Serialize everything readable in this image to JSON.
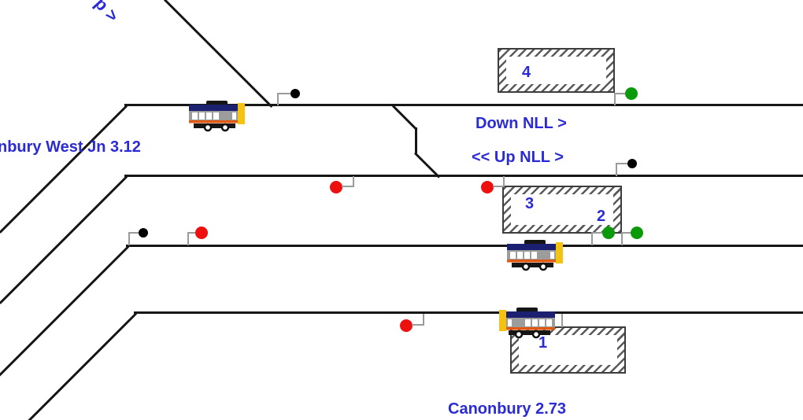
{
  "app": {
    "type": "rail-signalling-diagram",
    "location": "Canonbury area, North London Line"
  },
  "colors": {
    "background": "#ffffff",
    "track": "#161616",
    "label_blue": "#2b2bd6",
    "signal_red": "#ee0f0f",
    "signal_green": "#0a9a0a",
    "signal_black": "#000000",
    "signal_bracket_gray": "#9a9a9a",
    "platform_hatch_gray": "#5a5a5a",
    "train_body_gray": "#9c9c9c",
    "train_roof_navy": "#1c2070",
    "train_stripe_orange": "#e05a14",
    "train_cab_yellow": "#f4c211"
  },
  "labels": {
    "up_route_partial": "p >",
    "canonbury_west_jn": "nbury West Jn 3.12",
    "down_nll": "Down NLL >",
    "up_nll": "<< Up NLL >",
    "canonbury": "Canonbury 2.73"
  },
  "platforms": [
    {
      "number": "4",
      "style": "hatched-box"
    },
    {
      "number": "3",
      "style": "hatched-box"
    },
    {
      "number": "2",
      "style": "label-on-island"
    },
    {
      "number": "1",
      "style": "hatched-box"
    }
  ],
  "signals": [
    {
      "id": "sig-down-nll-west",
      "aspect": "black",
      "mount": "above-track",
      "track": "Down NLL"
    },
    {
      "id": "sig-platform-4-east",
      "aspect": "green",
      "mount": "above-track",
      "track": "Down NLL"
    },
    {
      "id": "sig-up-nll-east",
      "aspect": "black",
      "mount": "above-track",
      "track": "Up NLL"
    },
    {
      "id": "sig-up-nll-mid",
      "aspect": "red",
      "mount": "below-track",
      "track": "Up NLL"
    },
    {
      "id": "sig-up-nll-platform-3",
      "aspect": "red",
      "mount": "below-track",
      "track": "Up NLL"
    },
    {
      "id": "sig-track-3-west-a",
      "aspect": "black",
      "mount": "above-track",
      "track": "Platform 2 line"
    },
    {
      "id": "sig-track-3-west-b",
      "aspect": "red",
      "mount": "above-track",
      "track": "Platform 2 line"
    },
    {
      "id": "sig-platform-2-east-a",
      "aspect": "green",
      "mount": "above-track",
      "track": "Platform 2 line"
    },
    {
      "id": "sig-platform-2-east-b",
      "aspect": "green",
      "mount": "above-track",
      "track": "Platform 2 line"
    },
    {
      "id": "sig-platform-1",
      "aspect": "red",
      "mount": "below-track",
      "track": "Platform 1 line"
    }
  ],
  "trains": [
    {
      "id": "train-down-nll",
      "track": "Down NLL",
      "facing": "right"
    },
    {
      "id": "train-platform-2",
      "track": "Platform 2 line",
      "facing": "right"
    },
    {
      "id": "train-platform-1",
      "track": "Platform 1 line",
      "facing": "left"
    }
  ]
}
